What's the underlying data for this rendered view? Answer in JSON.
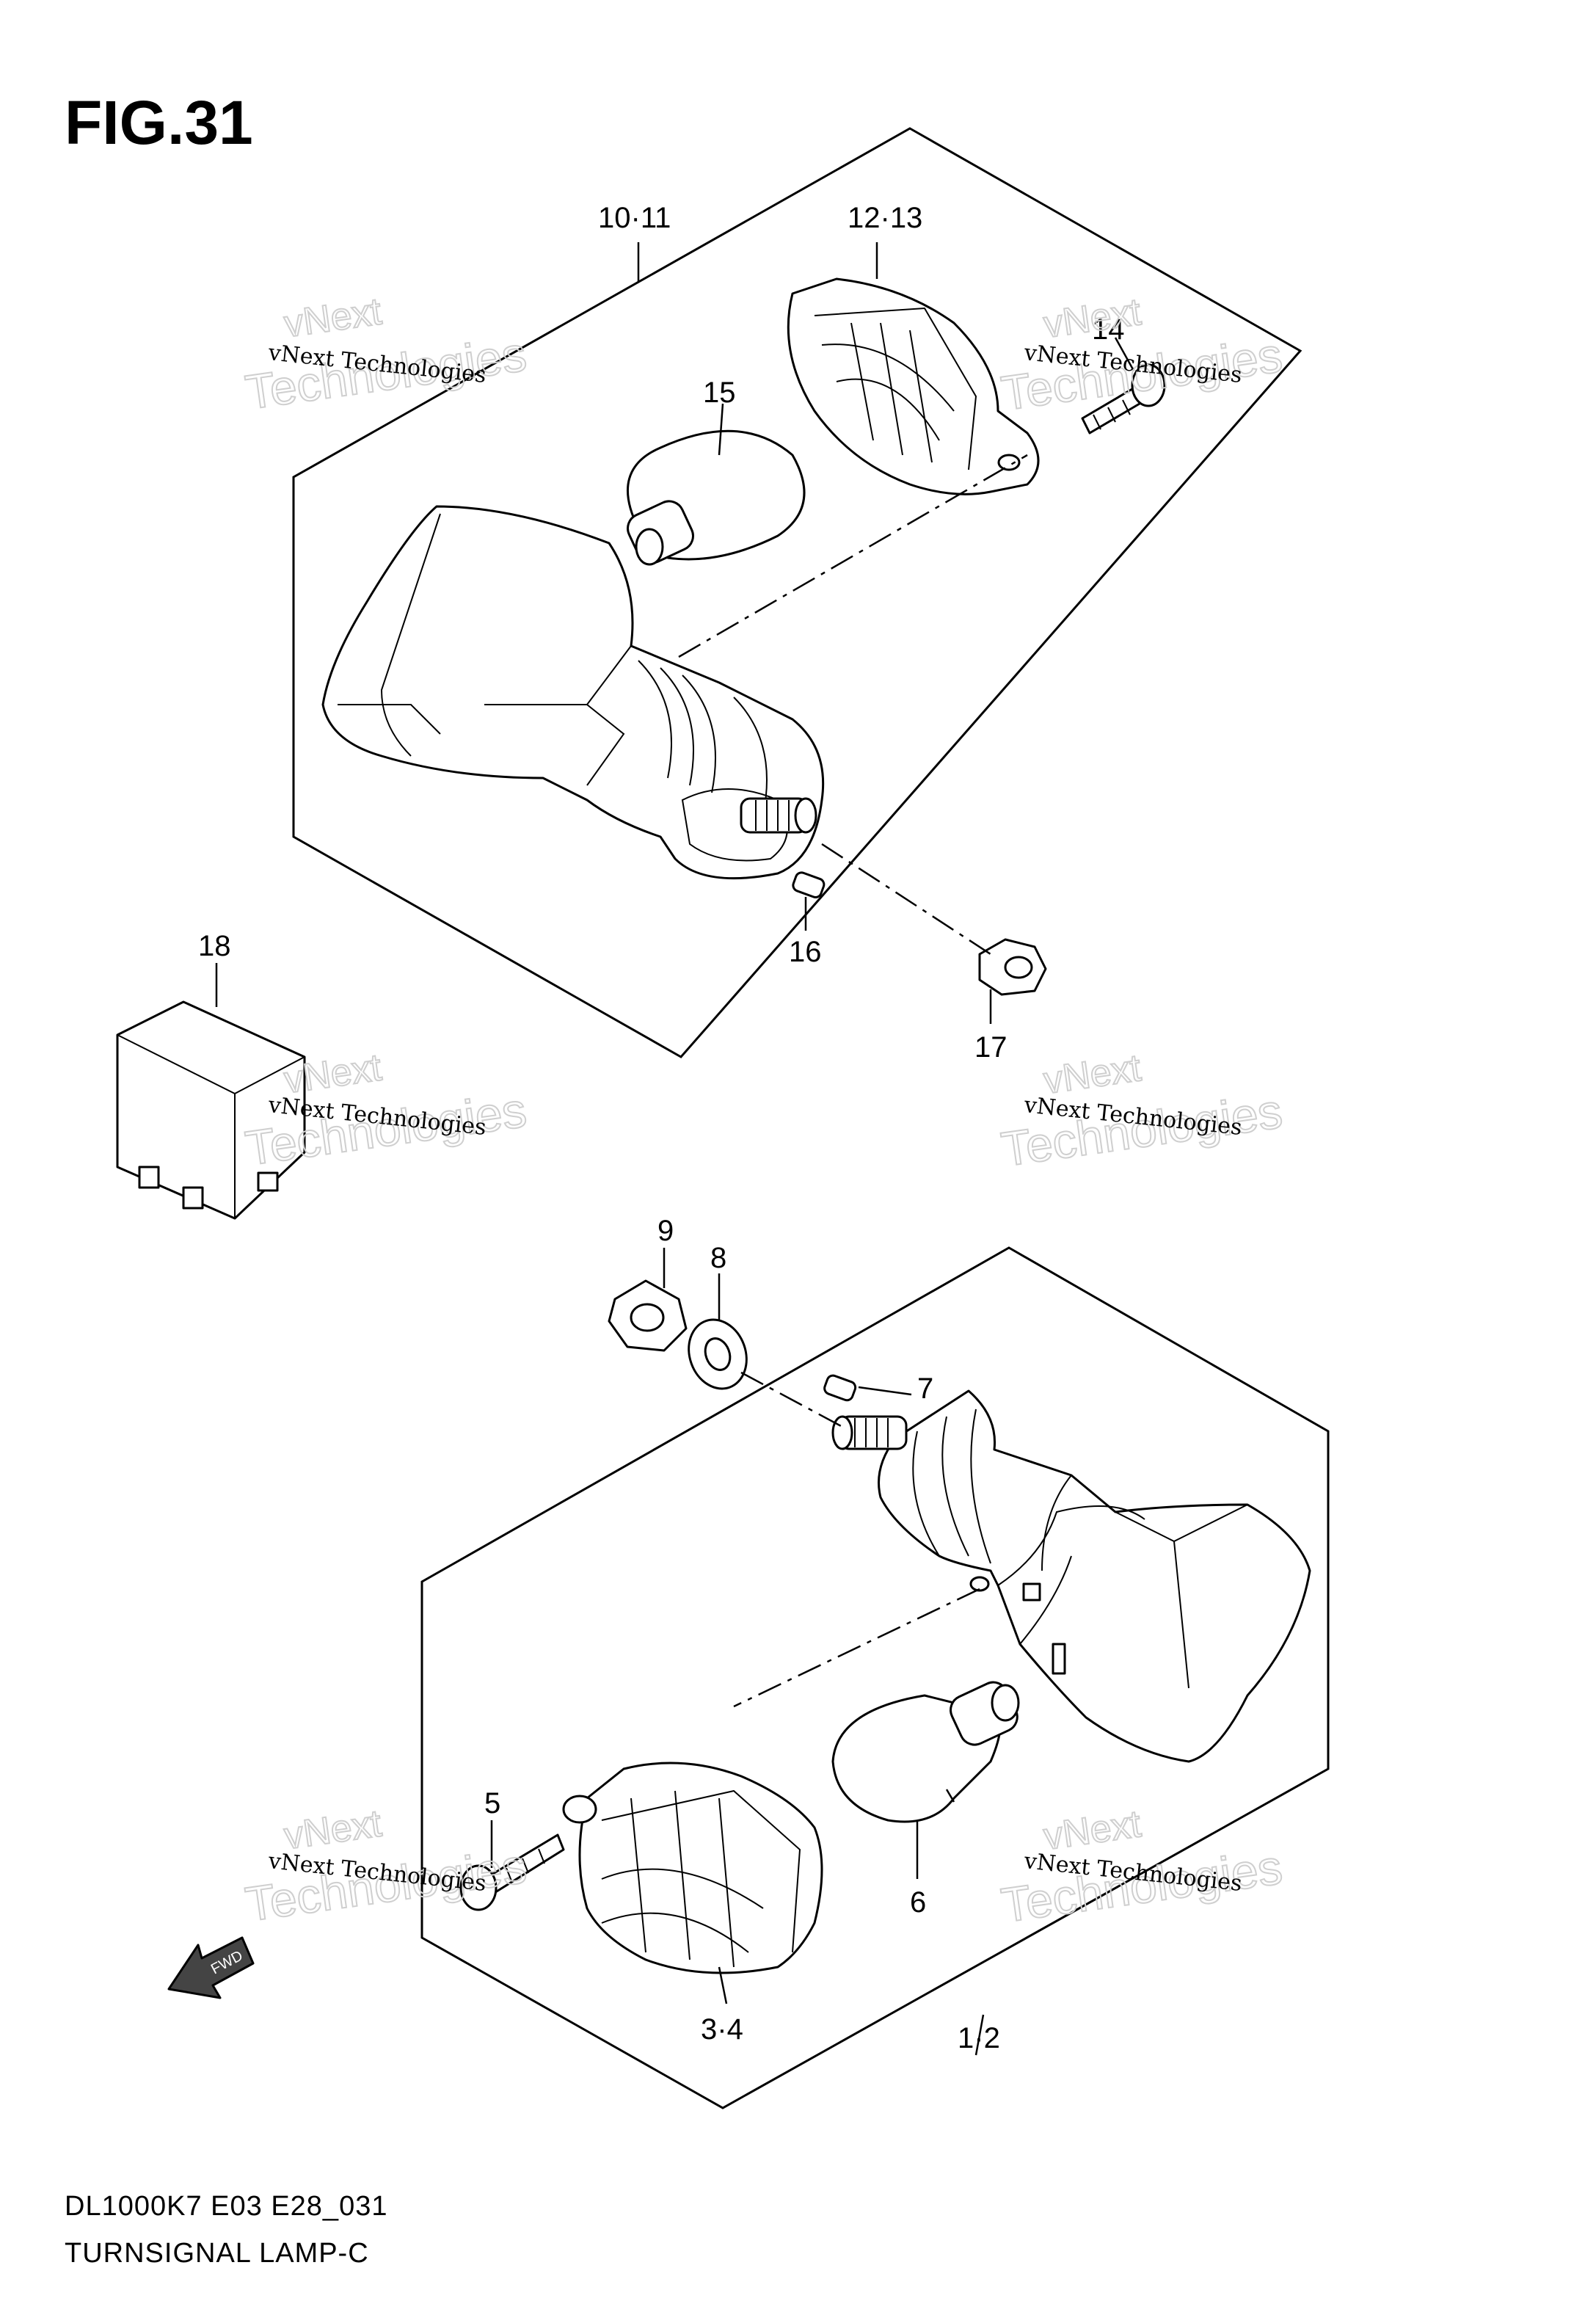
{
  "figure": {
    "title": "FIG.31",
    "code": "DL1000K7 E03 E28_031",
    "name": "TURNSIGNAL LAMP-C"
  },
  "callouts": {
    "c10_11": "10·11",
    "c12_13": "12·13",
    "c14": "14",
    "c15": "15",
    "c16": "16",
    "c17": "17",
    "c18": "18",
    "c9": "9",
    "c8": "8",
    "c7": "7",
    "c5": "5",
    "c6": "6",
    "c3_4": "3·4",
    "c1_2": "1·2"
  },
  "direction_marker": "FWD",
  "watermark": {
    "line_small": "vNext Technologies",
    "line_next": "vNext",
    "line_big": "Technologies"
  }
}
